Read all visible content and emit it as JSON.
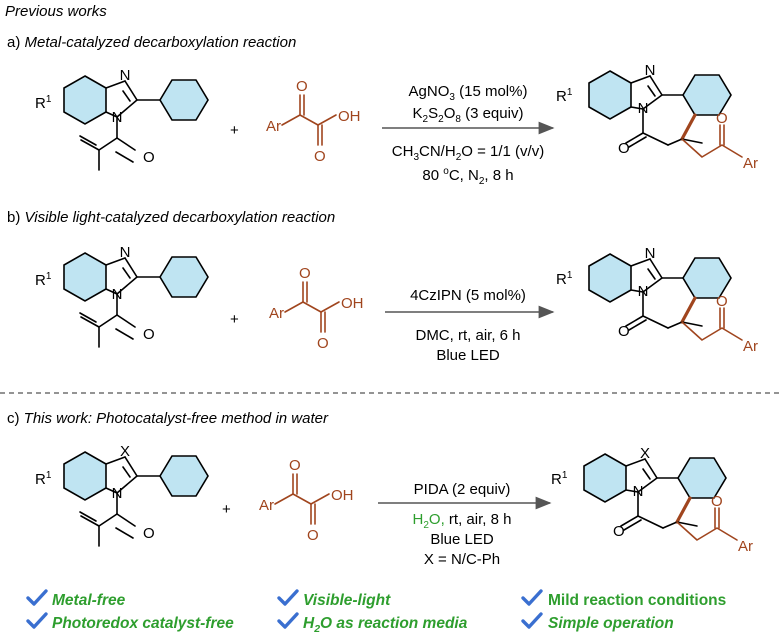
{
  "header": {
    "previous_works": "Previous works",
    "section_a": "a) Metal-catalyzed decarboxylation reaction",
    "section_b": "b) Visible light-catalyzed decarboxylation reaction",
    "section_c": "c) This work: Photocatalyst-free method in water"
  },
  "reagent": {
    "ar": "Ar",
    "oh": "OH",
    "o": "O",
    "n": "N",
    "r1_base": "R",
    "r1_sup": "1",
    "x": "X",
    "plus": "+"
  },
  "conditions_a": {
    "line1": "AgNO",
    "line1_sub": "3",
    "line1_rest": " (15 mol%)",
    "line2": "K",
    "line2_sub1": "2",
    "line2_mid": "S",
    "line2_sub2": "2",
    "line2_o": "O",
    "line2_sub3": "8",
    "line2_rest": " (3 equiv)",
    "line3": "CH",
    "line3_sub1": "3",
    "line3_mid": "CN/H",
    "line3_sub2": "2",
    "line3_rest": "O = 1/1 (v/v)",
    "line4": "80 ",
    "line4_sup": "o",
    "line4_rest": "C, N",
    "line4_sub": "2",
    "line4_end": ", 8 h"
  },
  "conditions_b": {
    "line1": "4CzIPN (5 mol%)",
    "line2": "DMC, rt, air, 6 h",
    "line3": "Blue LED"
  },
  "conditions_c": {
    "line1": "PIDA (2 equiv)",
    "line2_green": "H",
    "line2_green_sub": "2",
    "line2_green_end": "O,",
    "line2_rest": " rt, air, 8 h",
    "line3": "Blue LED",
    "line4": "X = N/C-Ph"
  },
  "features": {
    "metal_free": "Metal-free",
    "photoredox_free": "Photoredox catalyst-free",
    "visible_light": "Visible-light",
    "h2o_media_h": "H",
    "h2o_media_sub": "2",
    "h2o_media_rest": "O as reaction media",
    "mild": "Mild reaction conditions",
    "simple": "Simple operation"
  },
  "colors": {
    "accent_brown": "#a0451e",
    "ring_fill": "#bfe4f2",
    "green": "#2e9e2e",
    "check_blue": "#3a6fd0"
  }
}
